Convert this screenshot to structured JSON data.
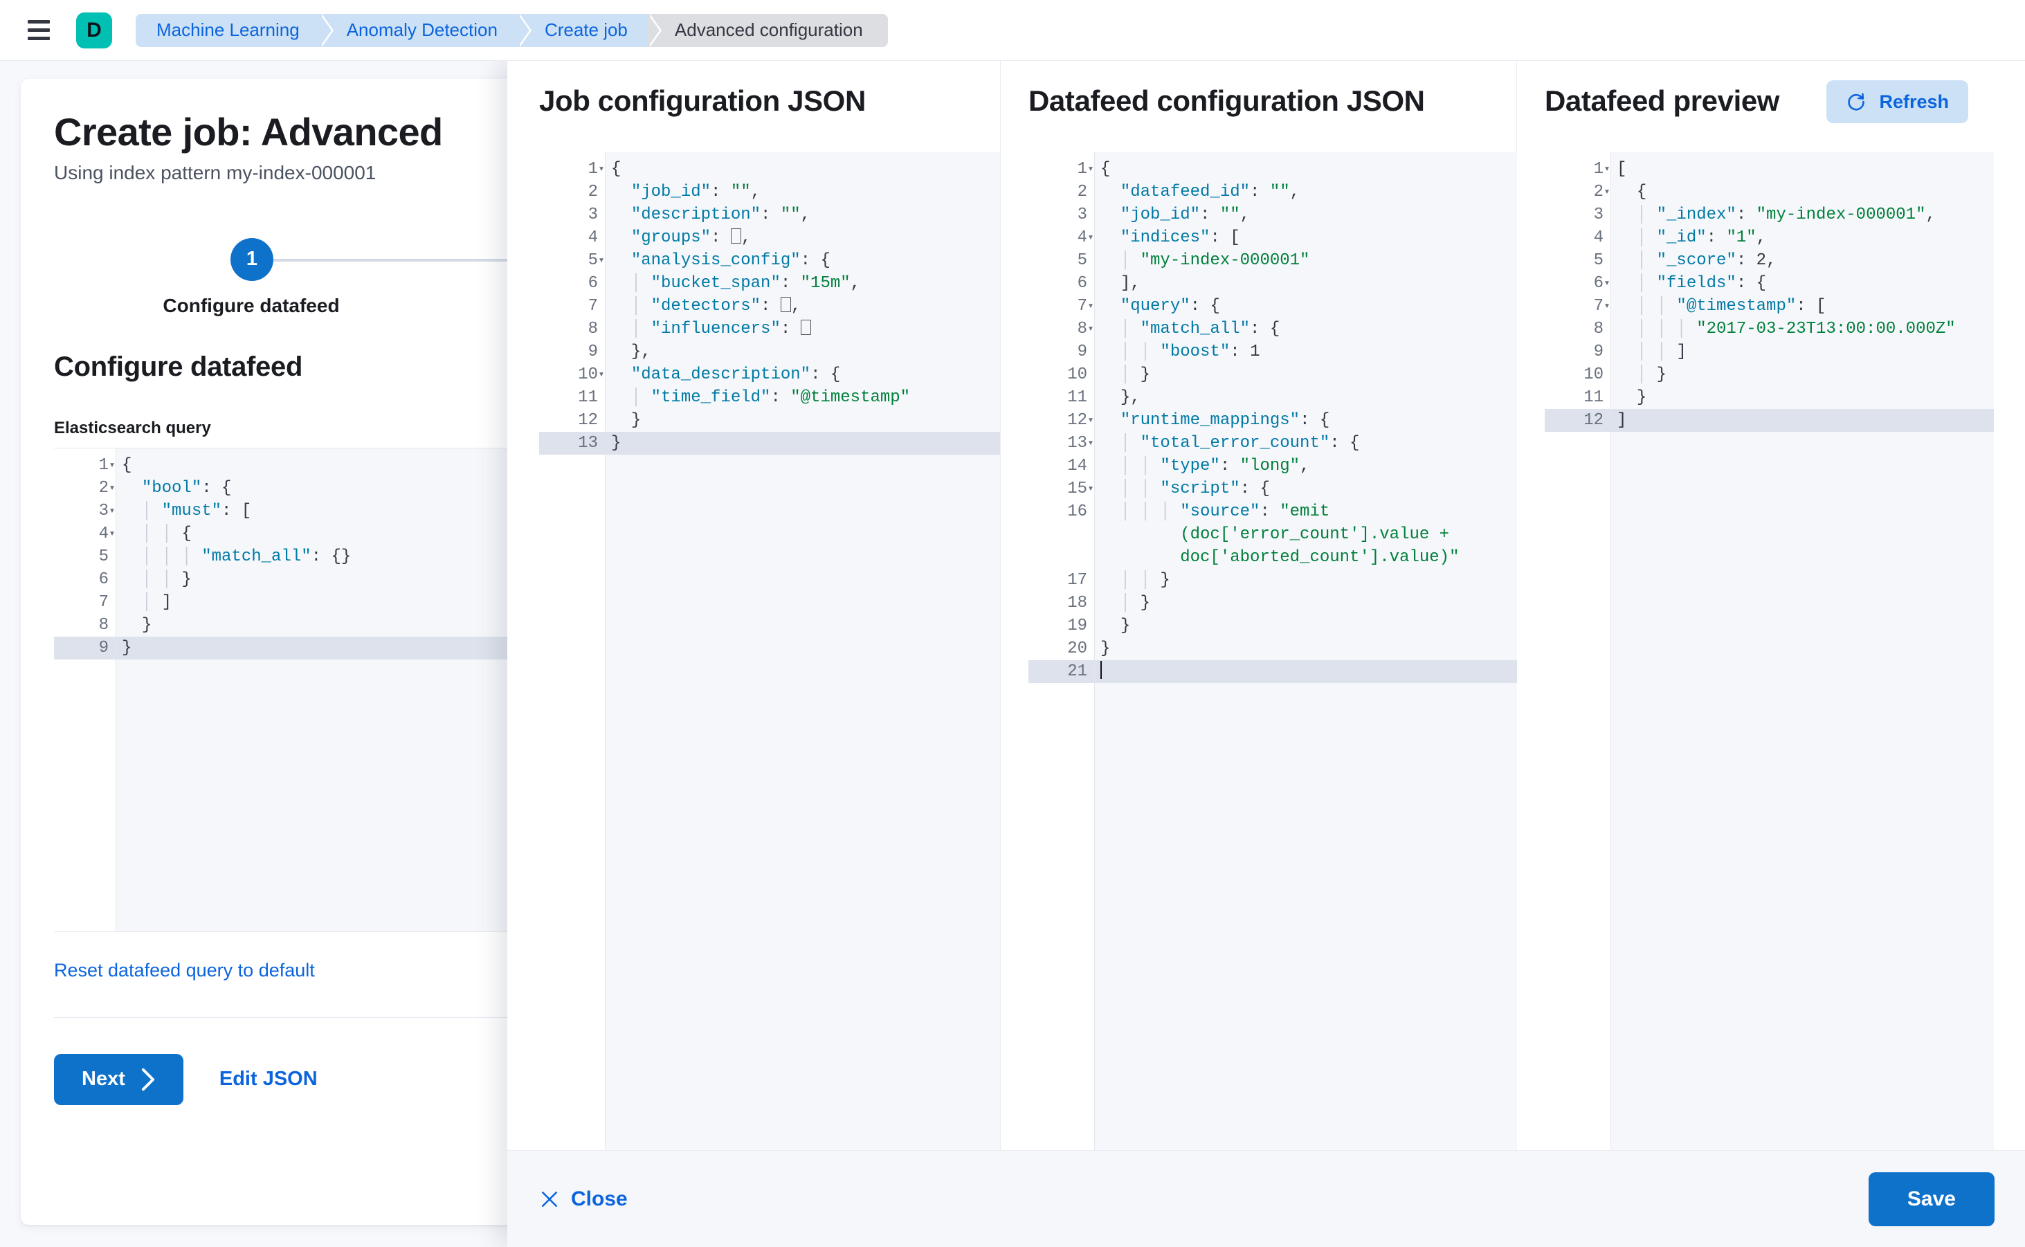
{
  "chrome": {
    "menu_icon": "hamburger-menu-icon",
    "logo_letter": "D",
    "breadcrumbs": [
      {
        "label": "Machine Learning",
        "current": false
      },
      {
        "label": "Anomaly Detection",
        "current": false
      },
      {
        "label": "Create job",
        "current": false
      },
      {
        "label": "Advanced configuration",
        "current": true
      }
    ]
  },
  "form": {
    "title": "Create job: Advanced",
    "subtitle": "Using index pattern my-index-000001",
    "step_number": "1",
    "step_label": "Configure datafeed",
    "section_heading": "Configure datafeed",
    "query_label": "Elasticsearch query",
    "reset_link": "Reset datafeed query to default",
    "next_label": "Next",
    "next_icon": "chevron-right-icon",
    "edit_json_label": "Edit JSON"
  },
  "query_editor": {
    "lines": [
      {
        "n": "1",
        "fold": true,
        "active": false,
        "tokens": [
          {
            "t": "{",
            "c": "p"
          }
        ]
      },
      {
        "n": "2",
        "fold": true,
        "active": false,
        "tokens": [
          {
            "t": "  ",
            "c": "p"
          },
          {
            "t": "\"bool\"",
            "c": "k"
          },
          {
            "t": ": {",
            "c": "p"
          }
        ]
      },
      {
        "n": "3",
        "fold": true,
        "active": false,
        "tokens": [
          {
            "t": "  │ ",
            "c": "guide"
          },
          {
            "t": "\"must\"",
            "c": "k"
          },
          {
            "t": ": [",
            "c": "p"
          }
        ]
      },
      {
        "n": "4",
        "fold": true,
        "active": false,
        "tokens": [
          {
            "t": "  │ │ ",
            "c": "guide"
          },
          {
            "t": "{",
            "c": "p"
          }
        ]
      },
      {
        "n": "5",
        "fold": false,
        "active": false,
        "tokens": [
          {
            "t": "  │ │ │ ",
            "c": "guide"
          },
          {
            "t": "\"match_all\"",
            "c": "k"
          },
          {
            "t": ": {}",
            "c": "p"
          }
        ]
      },
      {
        "n": "6",
        "fold": false,
        "active": false,
        "tokens": [
          {
            "t": "  │ │ ",
            "c": "guide"
          },
          {
            "t": "}",
            "c": "p"
          }
        ]
      },
      {
        "n": "7",
        "fold": false,
        "active": false,
        "tokens": [
          {
            "t": "  │ ",
            "c": "guide"
          },
          {
            "t": "]",
            "c": "p"
          }
        ]
      },
      {
        "n": "8",
        "fold": false,
        "active": false,
        "tokens": [
          {
            "t": "  ",
            "c": "p"
          },
          {
            "t": "}",
            "c": "p"
          }
        ]
      },
      {
        "n": "9",
        "fold": false,
        "active": true,
        "tokens": [
          {
            "t": "}",
            "c": "p"
          }
        ]
      }
    ]
  },
  "flyout": {
    "columns": [
      {
        "title": "Job configuration JSON",
        "has_refresh": false
      },
      {
        "title": "Datafeed configuration JSON",
        "has_refresh": false
      },
      {
        "title": "Datafeed preview",
        "has_refresh": true,
        "refresh_label": "Refresh",
        "refresh_icon": "refresh-icon"
      }
    ],
    "footer": {
      "close_label": "Close",
      "close_icon": "close-x-icon",
      "save_label": "Save"
    }
  },
  "job_config_editor": {
    "lines": [
      {
        "n": "1",
        "fold": true,
        "active": false,
        "tokens": [
          {
            "t": "{",
            "c": "p"
          }
        ]
      },
      {
        "n": "2",
        "fold": false,
        "active": false,
        "tokens": [
          {
            "t": "  ",
            "c": "p"
          },
          {
            "t": "\"job_id\"",
            "c": "k"
          },
          {
            "t": ": ",
            "c": "p"
          },
          {
            "t": "\"\"",
            "c": "s"
          },
          {
            "t": ",",
            "c": "p"
          }
        ]
      },
      {
        "n": "3",
        "fold": false,
        "active": false,
        "tokens": [
          {
            "t": "  ",
            "c": "p"
          },
          {
            "t": "\"description\"",
            "c": "k"
          },
          {
            "t": ": ",
            "c": "p"
          },
          {
            "t": "\"\"",
            "c": "s"
          },
          {
            "t": ",",
            "c": "p"
          }
        ]
      },
      {
        "n": "4",
        "fold": false,
        "active": false,
        "tokens": [
          {
            "t": "  ",
            "c": "p"
          },
          {
            "t": "\"groups\"",
            "c": "k"
          },
          {
            "t": ": ",
            "c": "p"
          },
          {
            "t": "[]",
            "c": "box"
          },
          {
            "t": ",",
            "c": "p"
          }
        ]
      },
      {
        "n": "5",
        "fold": true,
        "active": false,
        "tokens": [
          {
            "t": "  ",
            "c": "p"
          },
          {
            "t": "\"analysis_config\"",
            "c": "k"
          },
          {
            "t": ": {",
            "c": "p"
          }
        ]
      },
      {
        "n": "6",
        "fold": false,
        "active": false,
        "tokens": [
          {
            "t": "  │ ",
            "c": "guide"
          },
          {
            "t": "\"bucket_span\"",
            "c": "k"
          },
          {
            "t": ": ",
            "c": "p"
          },
          {
            "t": "\"15m\"",
            "c": "s"
          },
          {
            "t": ",",
            "c": "p"
          }
        ]
      },
      {
        "n": "7",
        "fold": false,
        "active": false,
        "tokens": [
          {
            "t": "  │ ",
            "c": "guide"
          },
          {
            "t": "\"detectors\"",
            "c": "k"
          },
          {
            "t": ": ",
            "c": "p"
          },
          {
            "t": "[]",
            "c": "box"
          },
          {
            "t": ",",
            "c": "p"
          }
        ]
      },
      {
        "n": "8",
        "fold": false,
        "active": false,
        "tokens": [
          {
            "t": "  │ ",
            "c": "guide"
          },
          {
            "t": "\"influencers\"",
            "c": "k"
          },
          {
            "t": ": ",
            "c": "p"
          },
          {
            "t": "[]",
            "c": "box"
          }
        ]
      },
      {
        "n": "9",
        "fold": false,
        "active": false,
        "tokens": [
          {
            "t": "  ",
            "c": "p"
          },
          {
            "t": "},",
            "c": "p"
          }
        ]
      },
      {
        "n": "10",
        "fold": true,
        "active": false,
        "tokens": [
          {
            "t": "  ",
            "c": "p"
          },
          {
            "t": "\"data_description\"",
            "c": "k"
          },
          {
            "t": ": {",
            "c": "p"
          }
        ]
      },
      {
        "n": "11",
        "fold": false,
        "active": false,
        "tokens": [
          {
            "t": "  │ ",
            "c": "guide"
          },
          {
            "t": "\"time_field\"",
            "c": "k"
          },
          {
            "t": ": ",
            "c": "p"
          },
          {
            "t": "\"@timestamp\"",
            "c": "s"
          }
        ]
      },
      {
        "n": "12",
        "fold": false,
        "active": false,
        "tokens": [
          {
            "t": "  ",
            "c": "p"
          },
          {
            "t": "}",
            "c": "p"
          }
        ]
      },
      {
        "n": "13",
        "fold": false,
        "active": true,
        "tokens": [
          {
            "t": "}",
            "c": "p"
          }
        ]
      }
    ]
  },
  "datafeed_config_editor": {
    "lines": [
      {
        "n": "1",
        "fold": true,
        "active": false,
        "tokens": [
          {
            "t": "{",
            "c": "p"
          }
        ]
      },
      {
        "n": "2",
        "fold": false,
        "active": false,
        "tokens": [
          {
            "t": "  ",
            "c": "p"
          },
          {
            "t": "\"datafeed_id\"",
            "c": "k"
          },
          {
            "t": ": ",
            "c": "p"
          },
          {
            "t": "\"\"",
            "c": "s"
          },
          {
            "t": ",",
            "c": "p"
          }
        ]
      },
      {
        "n": "3",
        "fold": false,
        "active": false,
        "tokens": [
          {
            "t": "  ",
            "c": "p"
          },
          {
            "t": "\"job_id\"",
            "c": "k"
          },
          {
            "t": ": ",
            "c": "p"
          },
          {
            "t": "\"\"",
            "c": "s"
          },
          {
            "t": ",",
            "c": "p"
          }
        ]
      },
      {
        "n": "4",
        "fold": true,
        "active": false,
        "tokens": [
          {
            "t": "  ",
            "c": "p"
          },
          {
            "t": "\"indices\"",
            "c": "k"
          },
          {
            "t": ": [",
            "c": "p"
          }
        ]
      },
      {
        "n": "5",
        "fold": false,
        "active": false,
        "tokens": [
          {
            "t": "  │ ",
            "c": "guide"
          },
          {
            "t": "\"my-index-000001\"",
            "c": "s"
          }
        ]
      },
      {
        "n": "6",
        "fold": false,
        "active": false,
        "tokens": [
          {
            "t": "  ",
            "c": "p"
          },
          {
            "t": "],",
            "c": "p"
          }
        ]
      },
      {
        "n": "7",
        "fold": true,
        "active": false,
        "tokens": [
          {
            "t": "  ",
            "c": "p"
          },
          {
            "t": "\"query\"",
            "c": "k"
          },
          {
            "t": ": {",
            "c": "p"
          }
        ]
      },
      {
        "n": "8",
        "fold": true,
        "active": false,
        "tokens": [
          {
            "t": "  │ ",
            "c": "guide"
          },
          {
            "t": "\"match_all\"",
            "c": "k"
          },
          {
            "t": ": {",
            "c": "p"
          }
        ]
      },
      {
        "n": "9",
        "fold": false,
        "active": false,
        "tokens": [
          {
            "t": "  │ │ ",
            "c": "guide"
          },
          {
            "t": "\"boost\"",
            "c": "k"
          },
          {
            "t": ": ",
            "c": "p"
          },
          {
            "t": "1",
            "c": "p"
          }
        ]
      },
      {
        "n": "10",
        "fold": false,
        "active": false,
        "tokens": [
          {
            "t": "  │ ",
            "c": "guide"
          },
          {
            "t": "}",
            "c": "p"
          }
        ]
      },
      {
        "n": "11",
        "fold": false,
        "active": false,
        "tokens": [
          {
            "t": "  ",
            "c": "p"
          },
          {
            "t": "},",
            "c": "p"
          }
        ]
      },
      {
        "n": "12",
        "fold": true,
        "active": false,
        "tokens": [
          {
            "t": "  ",
            "c": "p"
          },
          {
            "t": "\"runtime_mappings\"",
            "c": "k"
          },
          {
            "t": ": {",
            "c": "p"
          }
        ]
      },
      {
        "n": "13",
        "fold": true,
        "active": false,
        "tokens": [
          {
            "t": "  │ ",
            "c": "guide"
          },
          {
            "t": "\"total_error_count\"",
            "c": "k"
          },
          {
            "t": ": {",
            "c": "p"
          }
        ]
      },
      {
        "n": "14",
        "fold": false,
        "active": false,
        "tokens": [
          {
            "t": "  │ │ ",
            "c": "guide"
          },
          {
            "t": "\"type\"",
            "c": "k"
          },
          {
            "t": ": ",
            "c": "p"
          },
          {
            "t": "\"long\"",
            "c": "s"
          },
          {
            "t": ",",
            "c": "p"
          }
        ]
      },
      {
        "n": "15",
        "fold": true,
        "active": false,
        "tokens": [
          {
            "t": "  │ │ ",
            "c": "guide"
          },
          {
            "t": "\"script\"",
            "c": "k"
          },
          {
            "t": ": {",
            "c": "p"
          }
        ]
      },
      {
        "n": "16",
        "fold": false,
        "active": false,
        "wrap": 3,
        "tokens": [
          {
            "t": "  │ │ │ ",
            "c": "guide"
          },
          {
            "t": "\"source\"",
            "c": "k"
          },
          {
            "t": ": ",
            "c": "p"
          },
          {
            "t": "\"emit\n        (doc['error_count'].value +\n        doc['aborted_count'].value)\"",
            "c": "s"
          }
        ]
      },
      {
        "n": "17",
        "fold": false,
        "active": false,
        "tokens": [
          {
            "t": "  │ │ ",
            "c": "guide"
          },
          {
            "t": "}",
            "c": "p"
          }
        ]
      },
      {
        "n": "18",
        "fold": false,
        "active": false,
        "tokens": [
          {
            "t": "  │ ",
            "c": "guide"
          },
          {
            "t": "}",
            "c": "p"
          }
        ]
      },
      {
        "n": "19",
        "fold": false,
        "active": false,
        "tokens": [
          {
            "t": "  ",
            "c": "p"
          },
          {
            "t": "}",
            "c": "p"
          }
        ]
      },
      {
        "n": "20",
        "fold": false,
        "active": false,
        "tokens": [
          {
            "t": "}",
            "c": "p"
          }
        ]
      },
      {
        "n": "21",
        "fold": false,
        "active": true,
        "tokens": [
          {
            "t": "",
            "c": "caret"
          }
        ]
      }
    ]
  },
  "datafeed_preview_editor": {
    "lines": [
      {
        "n": "1",
        "fold": true,
        "active": false,
        "tokens": [
          {
            "t": "[",
            "c": "p"
          }
        ]
      },
      {
        "n": "2",
        "fold": true,
        "active": false,
        "tokens": [
          {
            "t": "  ",
            "c": "p"
          },
          {
            "t": "{",
            "c": "p"
          }
        ]
      },
      {
        "n": "3",
        "fold": false,
        "active": false,
        "tokens": [
          {
            "t": "  │ ",
            "c": "guide"
          },
          {
            "t": "\"_index\"",
            "c": "k"
          },
          {
            "t": ": ",
            "c": "p"
          },
          {
            "t": "\"my-index-000001\"",
            "c": "s"
          },
          {
            "t": ",",
            "c": "p"
          }
        ]
      },
      {
        "n": "4",
        "fold": false,
        "active": false,
        "tokens": [
          {
            "t": "  │ ",
            "c": "guide"
          },
          {
            "t": "\"_id\"",
            "c": "k"
          },
          {
            "t": ": ",
            "c": "p"
          },
          {
            "t": "\"1\"",
            "c": "s"
          },
          {
            "t": ",",
            "c": "p"
          }
        ]
      },
      {
        "n": "5",
        "fold": false,
        "active": false,
        "tokens": [
          {
            "t": "  │ ",
            "c": "guide"
          },
          {
            "t": "\"_score\"",
            "c": "k"
          },
          {
            "t": ": ",
            "c": "p"
          },
          {
            "t": "2",
            "c": "p"
          },
          {
            "t": ",",
            "c": "p"
          }
        ]
      },
      {
        "n": "6",
        "fold": true,
        "active": false,
        "tokens": [
          {
            "t": "  │ ",
            "c": "guide"
          },
          {
            "t": "\"fields\"",
            "c": "k"
          },
          {
            "t": ": {",
            "c": "p"
          }
        ]
      },
      {
        "n": "7",
        "fold": true,
        "active": false,
        "tokens": [
          {
            "t": "  │ │ ",
            "c": "guide"
          },
          {
            "t": "\"@timestamp\"",
            "c": "k"
          },
          {
            "t": ": [",
            "c": "p"
          }
        ]
      },
      {
        "n": "8",
        "fold": false,
        "active": false,
        "tokens": [
          {
            "t": "  │ │ │ ",
            "c": "guide"
          },
          {
            "t": "\"2017-03-23T13:00:00.000Z\"",
            "c": "s"
          }
        ]
      },
      {
        "n": "9",
        "fold": false,
        "active": false,
        "tokens": [
          {
            "t": "  │ │ ",
            "c": "guide"
          },
          {
            "t": "]",
            "c": "p"
          }
        ]
      },
      {
        "n": "10",
        "fold": false,
        "active": false,
        "tokens": [
          {
            "t": "  │ ",
            "c": "guide"
          },
          {
            "t": "}",
            "c": "p"
          }
        ]
      },
      {
        "n": "11",
        "fold": false,
        "active": false,
        "tokens": [
          {
            "t": "  ",
            "c": "p"
          },
          {
            "t": "}",
            "c": "p"
          }
        ]
      },
      {
        "n": "12",
        "fold": false,
        "active": true,
        "tokens": [
          {
            "t": "]",
            "c": "p"
          }
        ]
      }
    ]
  },
  "colors": {
    "accent_blue": "#0E72CB",
    "link_blue": "#0B64DD",
    "logo_teal": "#00BFB3",
    "crumb_blue_bg": "#CCE1F5",
    "crumb_current_bg": "#DCDEE2",
    "string_green": "#00803B",
    "key_blue": "#0079A5",
    "editor_bg": "#F5F7FA",
    "active_line": "#DDE2EC"
  }
}
